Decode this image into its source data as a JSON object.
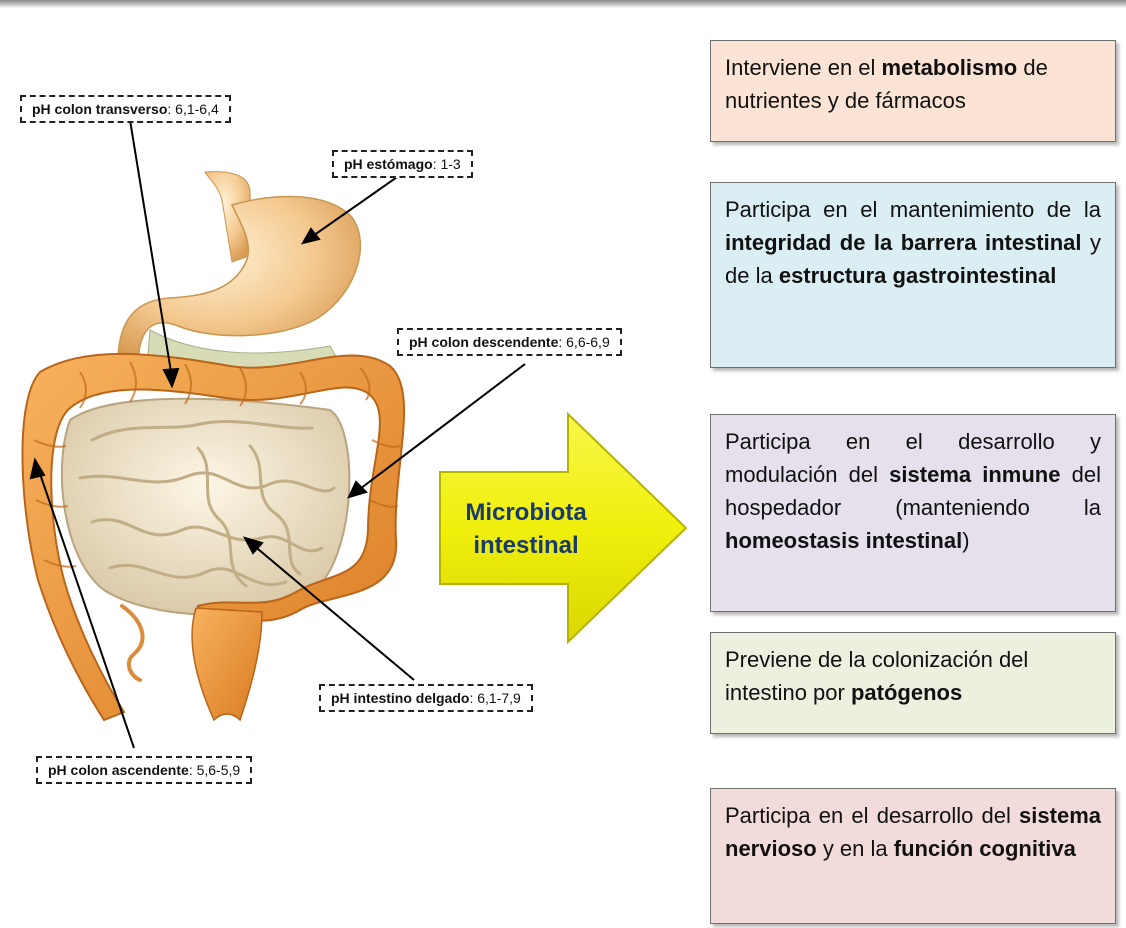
{
  "ph_labels": {
    "colon_transverso": {
      "name": "pH colon transverso",
      "value": ": 6,1-6,4"
    },
    "estomago": {
      "name": "pH estómago",
      "value": ": 1-3"
    },
    "colon_descendente": {
      "name": "pH colon descendente",
      "value": ": 6,6-6,9"
    },
    "intestino_delgado": {
      "name": "pH intestino delgado",
      "value": ": 6,1-7,9"
    },
    "colon_ascendente": {
      "name": "pH colon ascendente",
      "value": ": 5,6-5,9"
    }
  },
  "center_arrow": {
    "line1": "Microbiota",
    "line2": "intestinal",
    "fill_color": "#f2f20a",
    "text_color": "#163a6b"
  },
  "functions": {
    "metabolismo": {
      "bg": "#fbe4d5",
      "parts": [
        "Interviene en el ",
        "metabolismo",
        " de nutrientes y de fármacos"
      ]
    },
    "barrera": {
      "bg": "#daeef3",
      "parts": [
        "Participa en el mantenimiento de la ",
        "integridad de la barrera intestinal",
        " y de la ",
        "estructura gastrointestinal",
        ""
      ]
    },
    "inmune": {
      "bg": "#e5e0ec",
      "parts": [
        "Participa en el desarrollo y modulación del ",
        "sistema inmune",
        " del hospedador (manteniendo la ",
        "homeostasis intestinal",
        ")"
      ]
    },
    "patogenos": {
      "bg": "#ebf1de",
      "parts": [
        "Previene de la colonización del intestino por ",
        "patógenos",
        ""
      ]
    },
    "nervioso": {
      "bg": "#f2dcdb",
      "parts": [
        "Participa en el desarrollo del ",
        "sistema nervioso",
        " y en la ",
        "función cognitiva",
        ""
      ]
    }
  }
}
